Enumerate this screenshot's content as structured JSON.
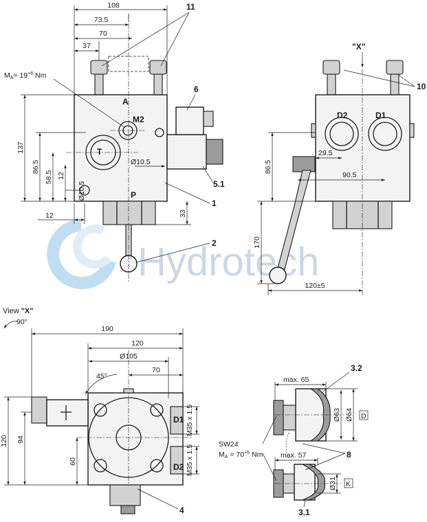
{
  "watermark": {
    "text": "Hydrotech"
  },
  "front_view": {
    "dims": {
      "d108": "108",
      "d73_5": "73.5",
      "d70": "70",
      "d37": "37",
      "d137": "137",
      "d86_5": "86.5",
      "d58_5": "58.5",
      "d12v": "12",
      "d10_5h": "Ø10.5",
      "d10_5v": "Ø10.5",
      "d12h": "12",
      "d33": "33"
    },
    "torque": {
      "prefix": "M",
      "sub": "A",
      "value": "= 19",
      "sup": "+6",
      "unit": " Nm"
    },
    "ports": {
      "A": "A",
      "M2": "M2",
      "T": "T",
      "P": "P"
    },
    "callouts": {
      "c11": "11",
      "c6": "6",
      "c5_1": "5.1",
      "c1": "1",
      "c2": "2"
    }
  },
  "side_view": {
    "view_marker": "\"X\"",
    "dims": {
      "d86_5": "86.5",
      "d29_5": "29.5",
      "d90_5": "90.5",
      "d170": "170",
      "d120pm5": "120±5"
    },
    "ports": {
      "D2": "D2",
      "D1": "D1"
    },
    "callouts": {
      "c10": "10"
    }
  },
  "top_view": {
    "title_prefix": "View ",
    "title_x": "\"X\"",
    "rotation": "90°",
    "dims": {
      "d190": "190",
      "d120h": "120",
      "d105": "Ø105",
      "d45": "45°",
      "d70": "70",
      "d120v": "120",
      "d94": "94",
      "d60": "60",
      "m35_1": "M35 x 1.5",
      "m35_2": "M35 x 1.5"
    },
    "ports": {
      "D1": "D1",
      "D2": "D2"
    },
    "callouts": {
      "c4": "4"
    }
  },
  "detail_view": {
    "dims": {
      "max65": "max. 65",
      "d63": "Ø63",
      "d64": "Ø64",
      "max57": "max. 57",
      "d31": "Ø31"
    },
    "boxes": {
      "D": "D",
      "K": "K"
    },
    "sw24": "SW24",
    "torque": {
      "prefix": "M",
      "sub": "A",
      "value": " = 70",
      "sup": "+5",
      "unit": " Nm"
    },
    "callouts": {
      "c3_2": "3.2",
      "c8": "8",
      "c3_1": "3.1"
    }
  }
}
